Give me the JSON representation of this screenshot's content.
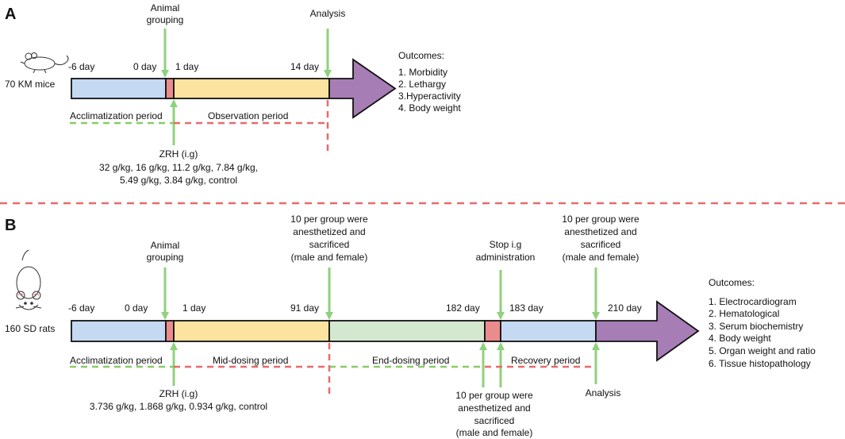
{
  "colors": {
    "acclimatization": "#c5d9f3",
    "observation": "#fde3a0",
    "dosing_marker": "#eb8c8c",
    "end_dosing": "#d4e8d0",
    "recovery": "#c5d9f3",
    "arrow_head": "#a77db6",
    "green_arrow": "#8fd17e",
    "dashed_red": "#e86a6a",
    "dashed_green": "#88cc66"
  },
  "panel_a": {
    "label": "A",
    "subject_icon": "mouse-icon",
    "subject": "70 KM mice",
    "days": {
      "d_minus6": "-6 day",
      "d0": "0 day",
      "d1": "1 day",
      "d14": "14 day"
    },
    "grouping_line1": "Animal",
    "grouping_line2": "grouping",
    "analysis": "Analysis",
    "acclimatization": "Acclimatization period",
    "observation": "Observation period",
    "zrh": "ZRH (i.g)",
    "doses_line1": "32 g/kg, 16 g/kg, 11.2 g/kg, 7.84 g/kg,",
    "doses_line2": "5.49 g/kg, 3.84 g/kg, control",
    "outcomes_title": "Outcomes:",
    "outcomes": [
      "1. Morbidity",
      "2. Lethargy",
      "3.Hyperactivity",
      "4. Body weight"
    ]
  },
  "panel_b": {
    "label": "B",
    "subject_icon": "rat-icon",
    "subject": "160 SD rats",
    "days": {
      "d_minus6": "-6 day",
      "d0": "0 day",
      "d1": "1 day",
      "d91": "91 day",
      "d182": "182 day",
      "d183": "183 day",
      "d210": "210 day"
    },
    "grouping_line1": "Animal",
    "grouping_line2": "grouping",
    "sacrifice91": [
      "10 per group were",
      "anesthetized and",
      "sacrificed",
      "(male and female)"
    ],
    "stop_line1": "Stop i.g",
    "stop_line2": "administration",
    "sacrifice210": [
      "10 per group were",
      "anesthetized and",
      "sacrificed",
      "(male and female)"
    ],
    "acclimatization": "Acclimatization period",
    "mid_dosing": "Mid-dosing period",
    "end_dosing": "End-dosing period",
    "recovery": "Recovery period",
    "zrh": "ZRH (i.g)",
    "doses": "3.736 g/kg, 1.868 g/kg, 0.934 g/kg, control",
    "sacrifice182": [
      "10 per group were",
      "anesthetized and",
      "sacrificed",
      "(male and female)"
    ],
    "analysis": "Analysis",
    "outcomes_title": "Outcomes:",
    "outcomes": [
      "1. Electrocardiogram",
      "2. Hematological",
      "3. Serum biochemistry",
      "4. Body weight",
      "5. Organ weight and ratio",
      "6. Tissue histopathology"
    ]
  }
}
